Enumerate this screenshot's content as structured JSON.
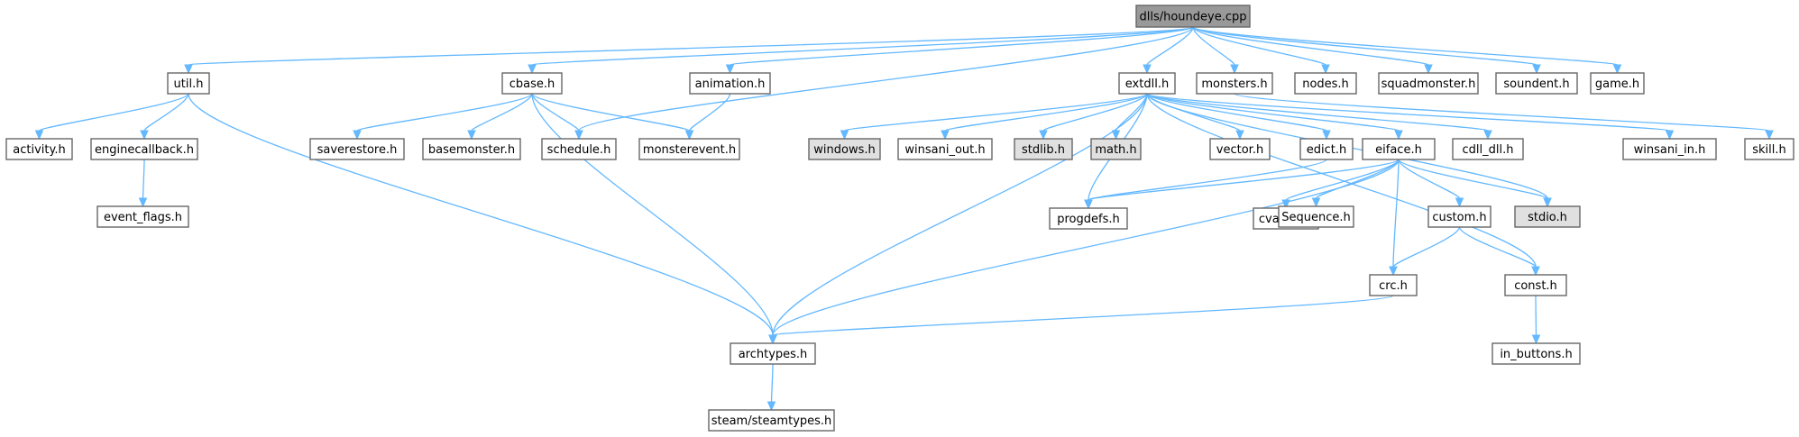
{
  "colors": {
    "node_fill": "#ffffff",
    "node_fill_root": "#999999",
    "node_fill_external": "#e0e0e0",
    "node_border": "#666666",
    "edge": "#63b8ff"
  },
  "nodes": [
    {
      "id": "root",
      "label": "dlls/houndeye.cpp",
      "kind": "root"
    },
    {
      "id": "util",
      "label": "util.h",
      "kind": "normal"
    },
    {
      "id": "cbase",
      "label": "cbase.h",
      "kind": "normal"
    },
    {
      "id": "animation",
      "label": "animation.h",
      "kind": "normal"
    },
    {
      "id": "extdll",
      "label": "extdll.h",
      "kind": "normal"
    },
    {
      "id": "monsters",
      "label": "monsters.h",
      "kind": "normal"
    },
    {
      "id": "nodes",
      "label": "nodes.h",
      "kind": "normal"
    },
    {
      "id": "squadmonster",
      "label": "squadmonster.h",
      "kind": "normal"
    },
    {
      "id": "soundent",
      "label": "soundent.h",
      "kind": "normal"
    },
    {
      "id": "game",
      "label": "game.h",
      "kind": "normal"
    },
    {
      "id": "activity",
      "label": "activity.h",
      "kind": "normal"
    },
    {
      "id": "enginecallback",
      "label": "enginecallback.h",
      "kind": "normal"
    },
    {
      "id": "saverestore",
      "label": "saverestore.h",
      "kind": "normal"
    },
    {
      "id": "basemonster",
      "label": "basemonster.h",
      "kind": "normal"
    },
    {
      "id": "schedule",
      "label": "schedule.h",
      "kind": "normal"
    },
    {
      "id": "monsterevent",
      "label": "monsterevent.h",
      "kind": "normal"
    },
    {
      "id": "windows",
      "label": "windows.h",
      "kind": "external"
    },
    {
      "id": "winsani_out",
      "label": "winsani_out.h",
      "kind": "normal"
    },
    {
      "id": "stdlib",
      "label": "stdlib.h",
      "kind": "external"
    },
    {
      "id": "math",
      "label": "math.h",
      "kind": "external"
    },
    {
      "id": "vector",
      "label": "vector.h",
      "kind": "normal"
    },
    {
      "id": "edict",
      "label": "edict.h",
      "kind": "normal"
    },
    {
      "id": "eiface",
      "label": "eiface.h",
      "kind": "normal"
    },
    {
      "id": "cdll_dll",
      "label": "cdll_dll.h",
      "kind": "normal"
    },
    {
      "id": "winsani_in",
      "label": "winsani_in.h",
      "kind": "normal"
    },
    {
      "id": "skill",
      "label": "skill.h",
      "kind": "normal"
    },
    {
      "id": "event_flags",
      "label": "event_flags.h",
      "kind": "normal"
    },
    {
      "id": "progdefs",
      "label": "progdefs.h",
      "kind": "normal"
    },
    {
      "id": "cvardef",
      "label": "cvardef.h",
      "kind": "normal"
    },
    {
      "id": "sequence",
      "label": "Sequence.h",
      "kind": "normal"
    },
    {
      "id": "custom",
      "label": "custom.h",
      "kind": "normal"
    },
    {
      "id": "stdio",
      "label": "stdio.h",
      "kind": "external"
    },
    {
      "id": "crc",
      "label": "crc.h",
      "kind": "normal"
    },
    {
      "id": "const",
      "label": "const.h",
      "kind": "normal"
    },
    {
      "id": "archtypes",
      "label": "archtypes.h",
      "kind": "normal"
    },
    {
      "id": "in_buttons",
      "label": "in_buttons.h",
      "kind": "normal"
    },
    {
      "id": "steamtypes",
      "label": "steam/steamtypes.h",
      "kind": "normal"
    }
  ],
  "edges": [
    {
      "from": "root",
      "to": "util"
    },
    {
      "from": "root",
      "to": "cbase"
    },
    {
      "from": "root",
      "to": "schedule"
    },
    {
      "from": "root",
      "to": "animation"
    },
    {
      "from": "root",
      "to": "extdll"
    },
    {
      "from": "root",
      "to": "monsters"
    },
    {
      "from": "root",
      "to": "nodes"
    },
    {
      "from": "root",
      "to": "squadmonster"
    },
    {
      "from": "root",
      "to": "soundent"
    },
    {
      "from": "root",
      "to": "game"
    },
    {
      "from": "util",
      "to": "activity"
    },
    {
      "from": "util",
      "to": "enginecallback"
    },
    {
      "from": "util",
      "to": "archtypes"
    },
    {
      "from": "enginecallback",
      "to": "event_flags"
    },
    {
      "from": "cbase",
      "to": "saverestore"
    },
    {
      "from": "cbase",
      "to": "basemonster"
    },
    {
      "from": "cbase",
      "to": "schedule"
    },
    {
      "from": "cbase",
      "to": "monsterevent"
    },
    {
      "from": "cbase",
      "to": "archtypes"
    },
    {
      "from": "animation",
      "to": "monsterevent"
    },
    {
      "from": "extdll",
      "to": "windows"
    },
    {
      "from": "extdll",
      "to": "winsani_out"
    },
    {
      "from": "extdll",
      "to": "stdlib"
    },
    {
      "from": "extdll",
      "to": "math"
    },
    {
      "from": "extdll",
      "to": "vector"
    },
    {
      "from": "extdll",
      "to": "edict"
    },
    {
      "from": "extdll",
      "to": "eiface"
    },
    {
      "from": "extdll",
      "to": "cdll_dll"
    },
    {
      "from": "extdll",
      "to": "winsani_in"
    },
    {
      "from": "extdll",
      "to": "stdio"
    },
    {
      "from": "extdll",
      "to": "const"
    },
    {
      "from": "extdll",
      "to": "progdefs"
    },
    {
      "from": "extdll",
      "to": "archtypes"
    },
    {
      "from": "monsters",
      "to": "skill"
    },
    {
      "from": "edict",
      "to": "progdefs"
    },
    {
      "from": "eiface",
      "to": "progdefs"
    },
    {
      "from": "eiface",
      "to": "cvardef"
    },
    {
      "from": "eiface",
      "to": "sequence"
    },
    {
      "from": "eiface",
      "to": "custom"
    },
    {
      "from": "eiface",
      "to": "stdio"
    },
    {
      "from": "eiface",
      "to": "crc"
    },
    {
      "from": "eiface",
      "to": "archtypes"
    },
    {
      "from": "custom",
      "to": "crc"
    },
    {
      "from": "custom",
      "to": "const"
    },
    {
      "from": "crc",
      "to": "archtypes"
    },
    {
      "from": "const",
      "to": "in_buttons"
    },
    {
      "from": "archtypes",
      "to": "steamtypes"
    }
  ]
}
